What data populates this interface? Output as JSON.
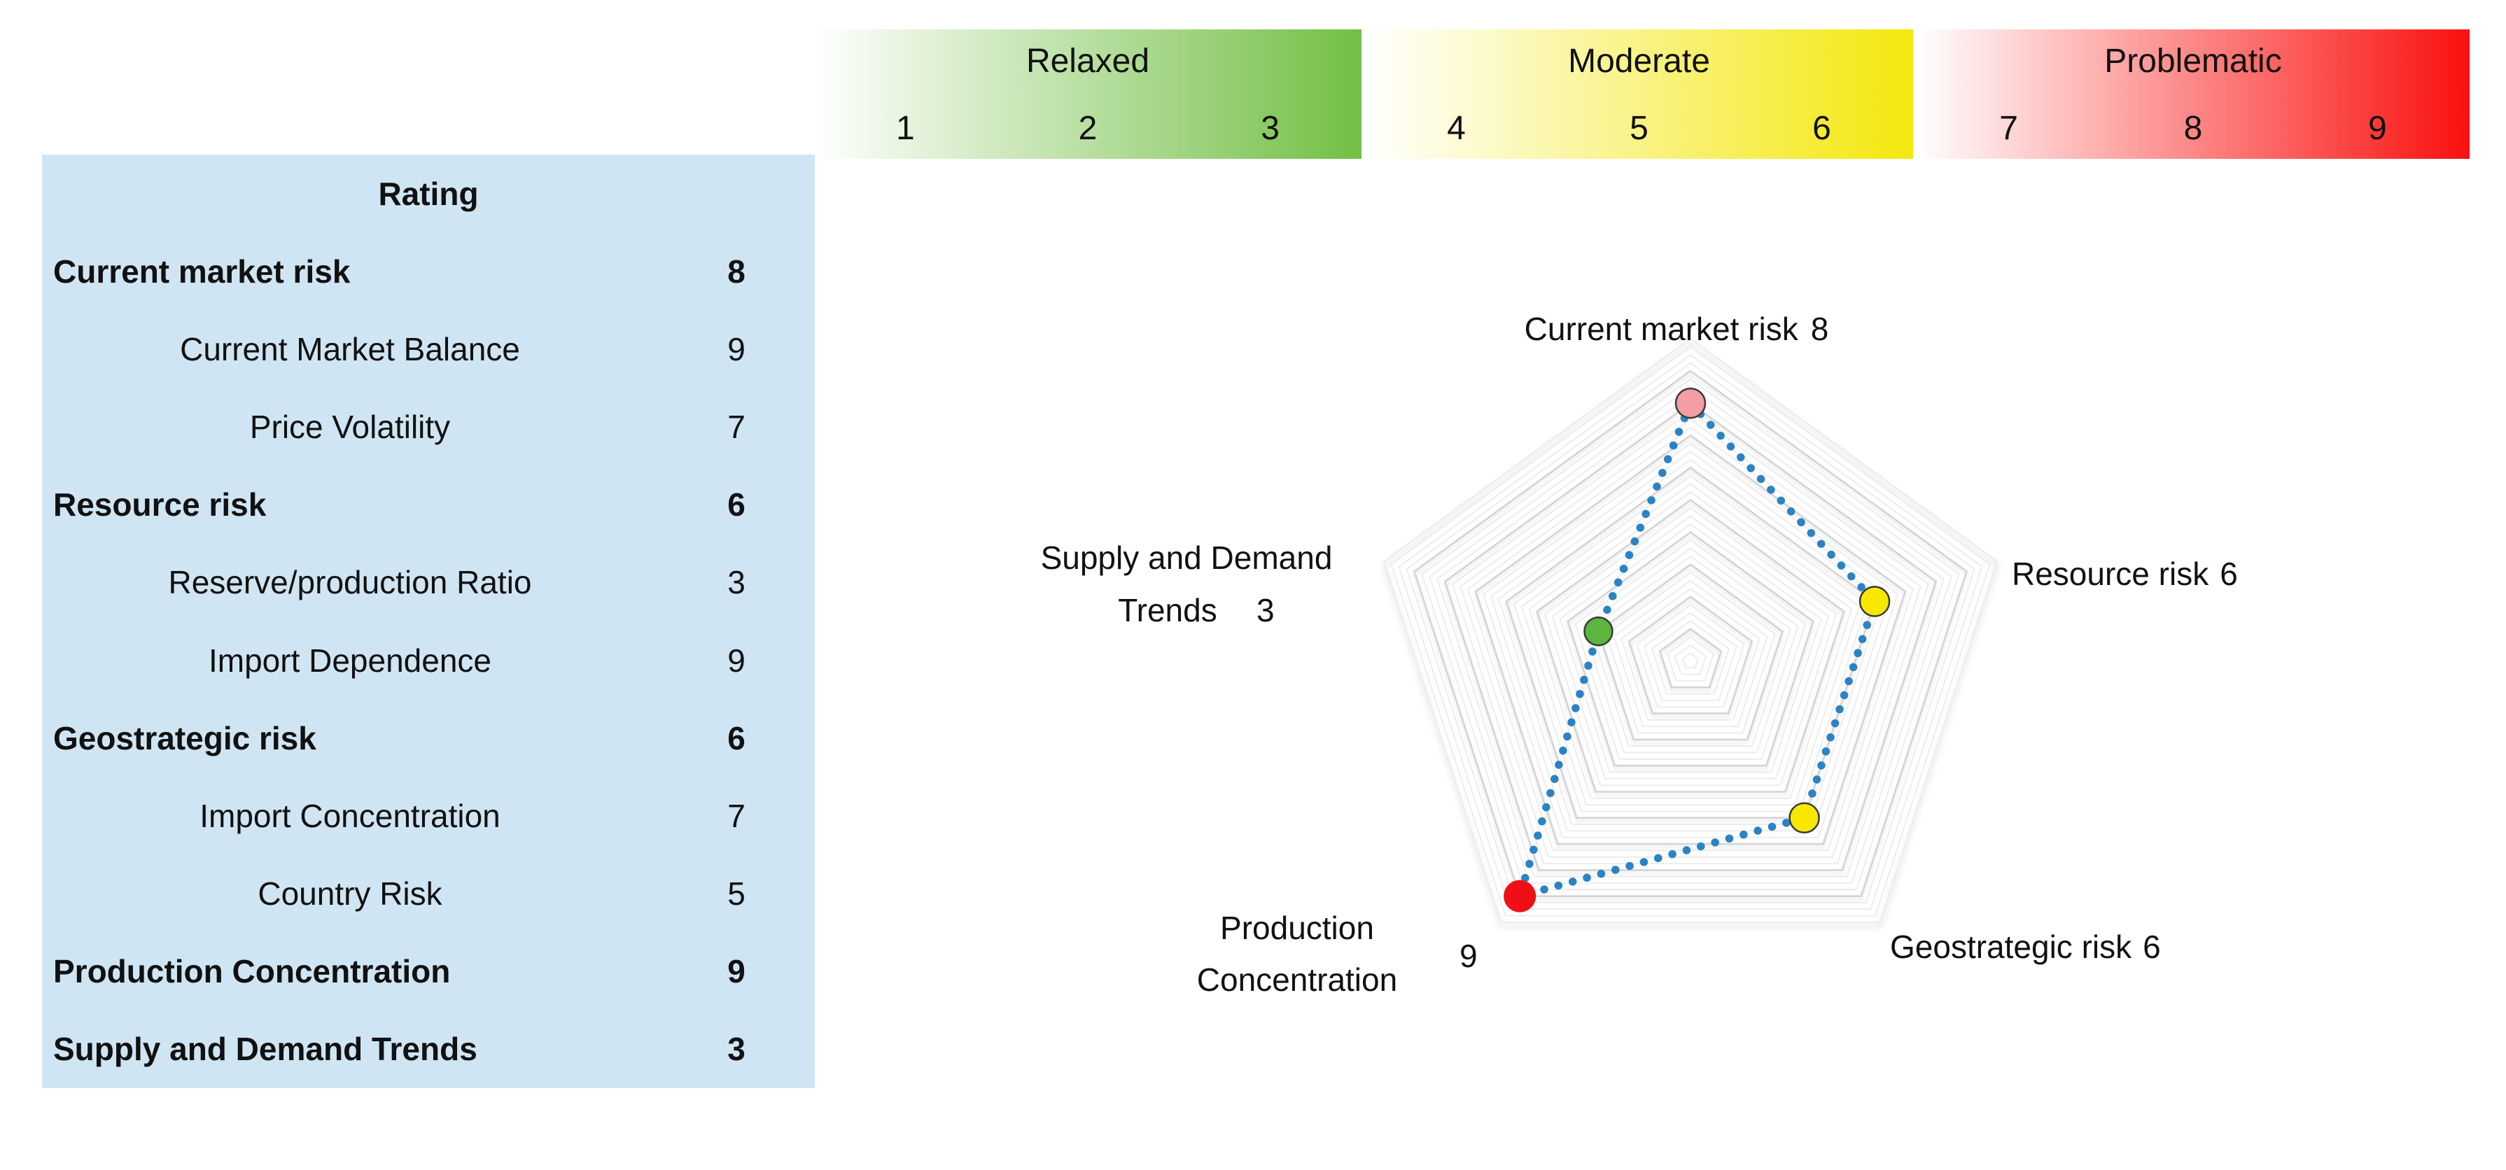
{
  "scale_legend": {
    "segments": [
      {
        "label": "Relaxed",
        "ticks": [
          "1",
          "2",
          "3"
        ],
        "color_start": "#ffffff",
        "color_end": "#72bf44"
      },
      {
        "label": "Moderate",
        "ticks": [
          "4",
          "5",
          "6"
        ],
        "color_start": "#ffffff",
        "color_end": "#f4e70c"
      },
      {
        "label": "Problematic",
        "ticks": [
          "7",
          "8",
          "9"
        ],
        "color_start": "#ffffff",
        "color_end": "#fa100e"
      }
    ]
  },
  "table": {
    "header": "Rating",
    "panel_color": "#cfe5f3",
    "rows": [
      {
        "label": "Current market risk",
        "value": "8",
        "bold": true,
        "indent": false
      },
      {
        "label": "Current Market Balance",
        "value": "9",
        "bold": false,
        "indent": true
      },
      {
        "label": "Price Volatility",
        "value": "7",
        "bold": false,
        "indent": true
      },
      {
        "label": "Resource risk",
        "value": "6",
        "bold": true,
        "indent": false
      },
      {
        "label": "Reserve/production Ratio",
        "value": "3",
        "bold": false,
        "indent": true
      },
      {
        "label": "Import Dependence",
        "value": "9",
        "bold": false,
        "indent": true
      },
      {
        "label": "Geostrategic risk",
        "value": "6",
        "bold": true,
        "indent": false
      },
      {
        "label": "Import Concentration",
        "value": "7",
        "bold": false,
        "indent": true
      },
      {
        "label": "Country Risk",
        "value": "5",
        "bold": false,
        "indent": true
      },
      {
        "label": "Production Concentration",
        "value": "9",
        "bold": true,
        "indent": false
      },
      {
        "label": "Supply and Demand Trends",
        "value": "3",
        "bold": true,
        "indent": false
      }
    ]
  },
  "chart_data": {
    "type": "radar",
    "title": "",
    "max": 9,
    "ring_minor_step": 0.25,
    "grid_major_color": "#d4d4d4",
    "grid_minor_color": "#ebebeb",
    "line_color": "#2b83c4",
    "axes": [
      {
        "label": "Current market risk",
        "value": 8,
        "dot_color": "#f49da4",
        "dot_stroke": "#3a3a3a",
        "dot_r": 21,
        "label_lines": [
          "Current market risk"
        ]
      },
      {
        "label": "Resource risk",
        "value": 6,
        "dot_color": "#f8e800",
        "dot_stroke": "#3a3a3a",
        "dot_r": 21,
        "label_lines": [
          "Resource risk"
        ]
      },
      {
        "label": "Geostrategic risk",
        "value": 6,
        "dot_color": "#f8e800",
        "dot_stroke": "#3a3a3a",
        "dot_r": 21,
        "label_lines": [
          "Geostrategic risk"
        ]
      },
      {
        "label": "Production Concentration",
        "value": 9,
        "dot_color": "#ee1016",
        "dot_stroke": "none",
        "dot_r": 23,
        "label_lines": [
          "Production",
          "Concentration"
        ]
      },
      {
        "label": "Supply and Demand Trends",
        "value": 3,
        "dot_color": "#5cb53e",
        "dot_stroke": "#3a3a3a",
        "dot_r": 20,
        "label_lines": [
          "Supply and Demand",
          "Trends"
        ]
      }
    ]
  }
}
